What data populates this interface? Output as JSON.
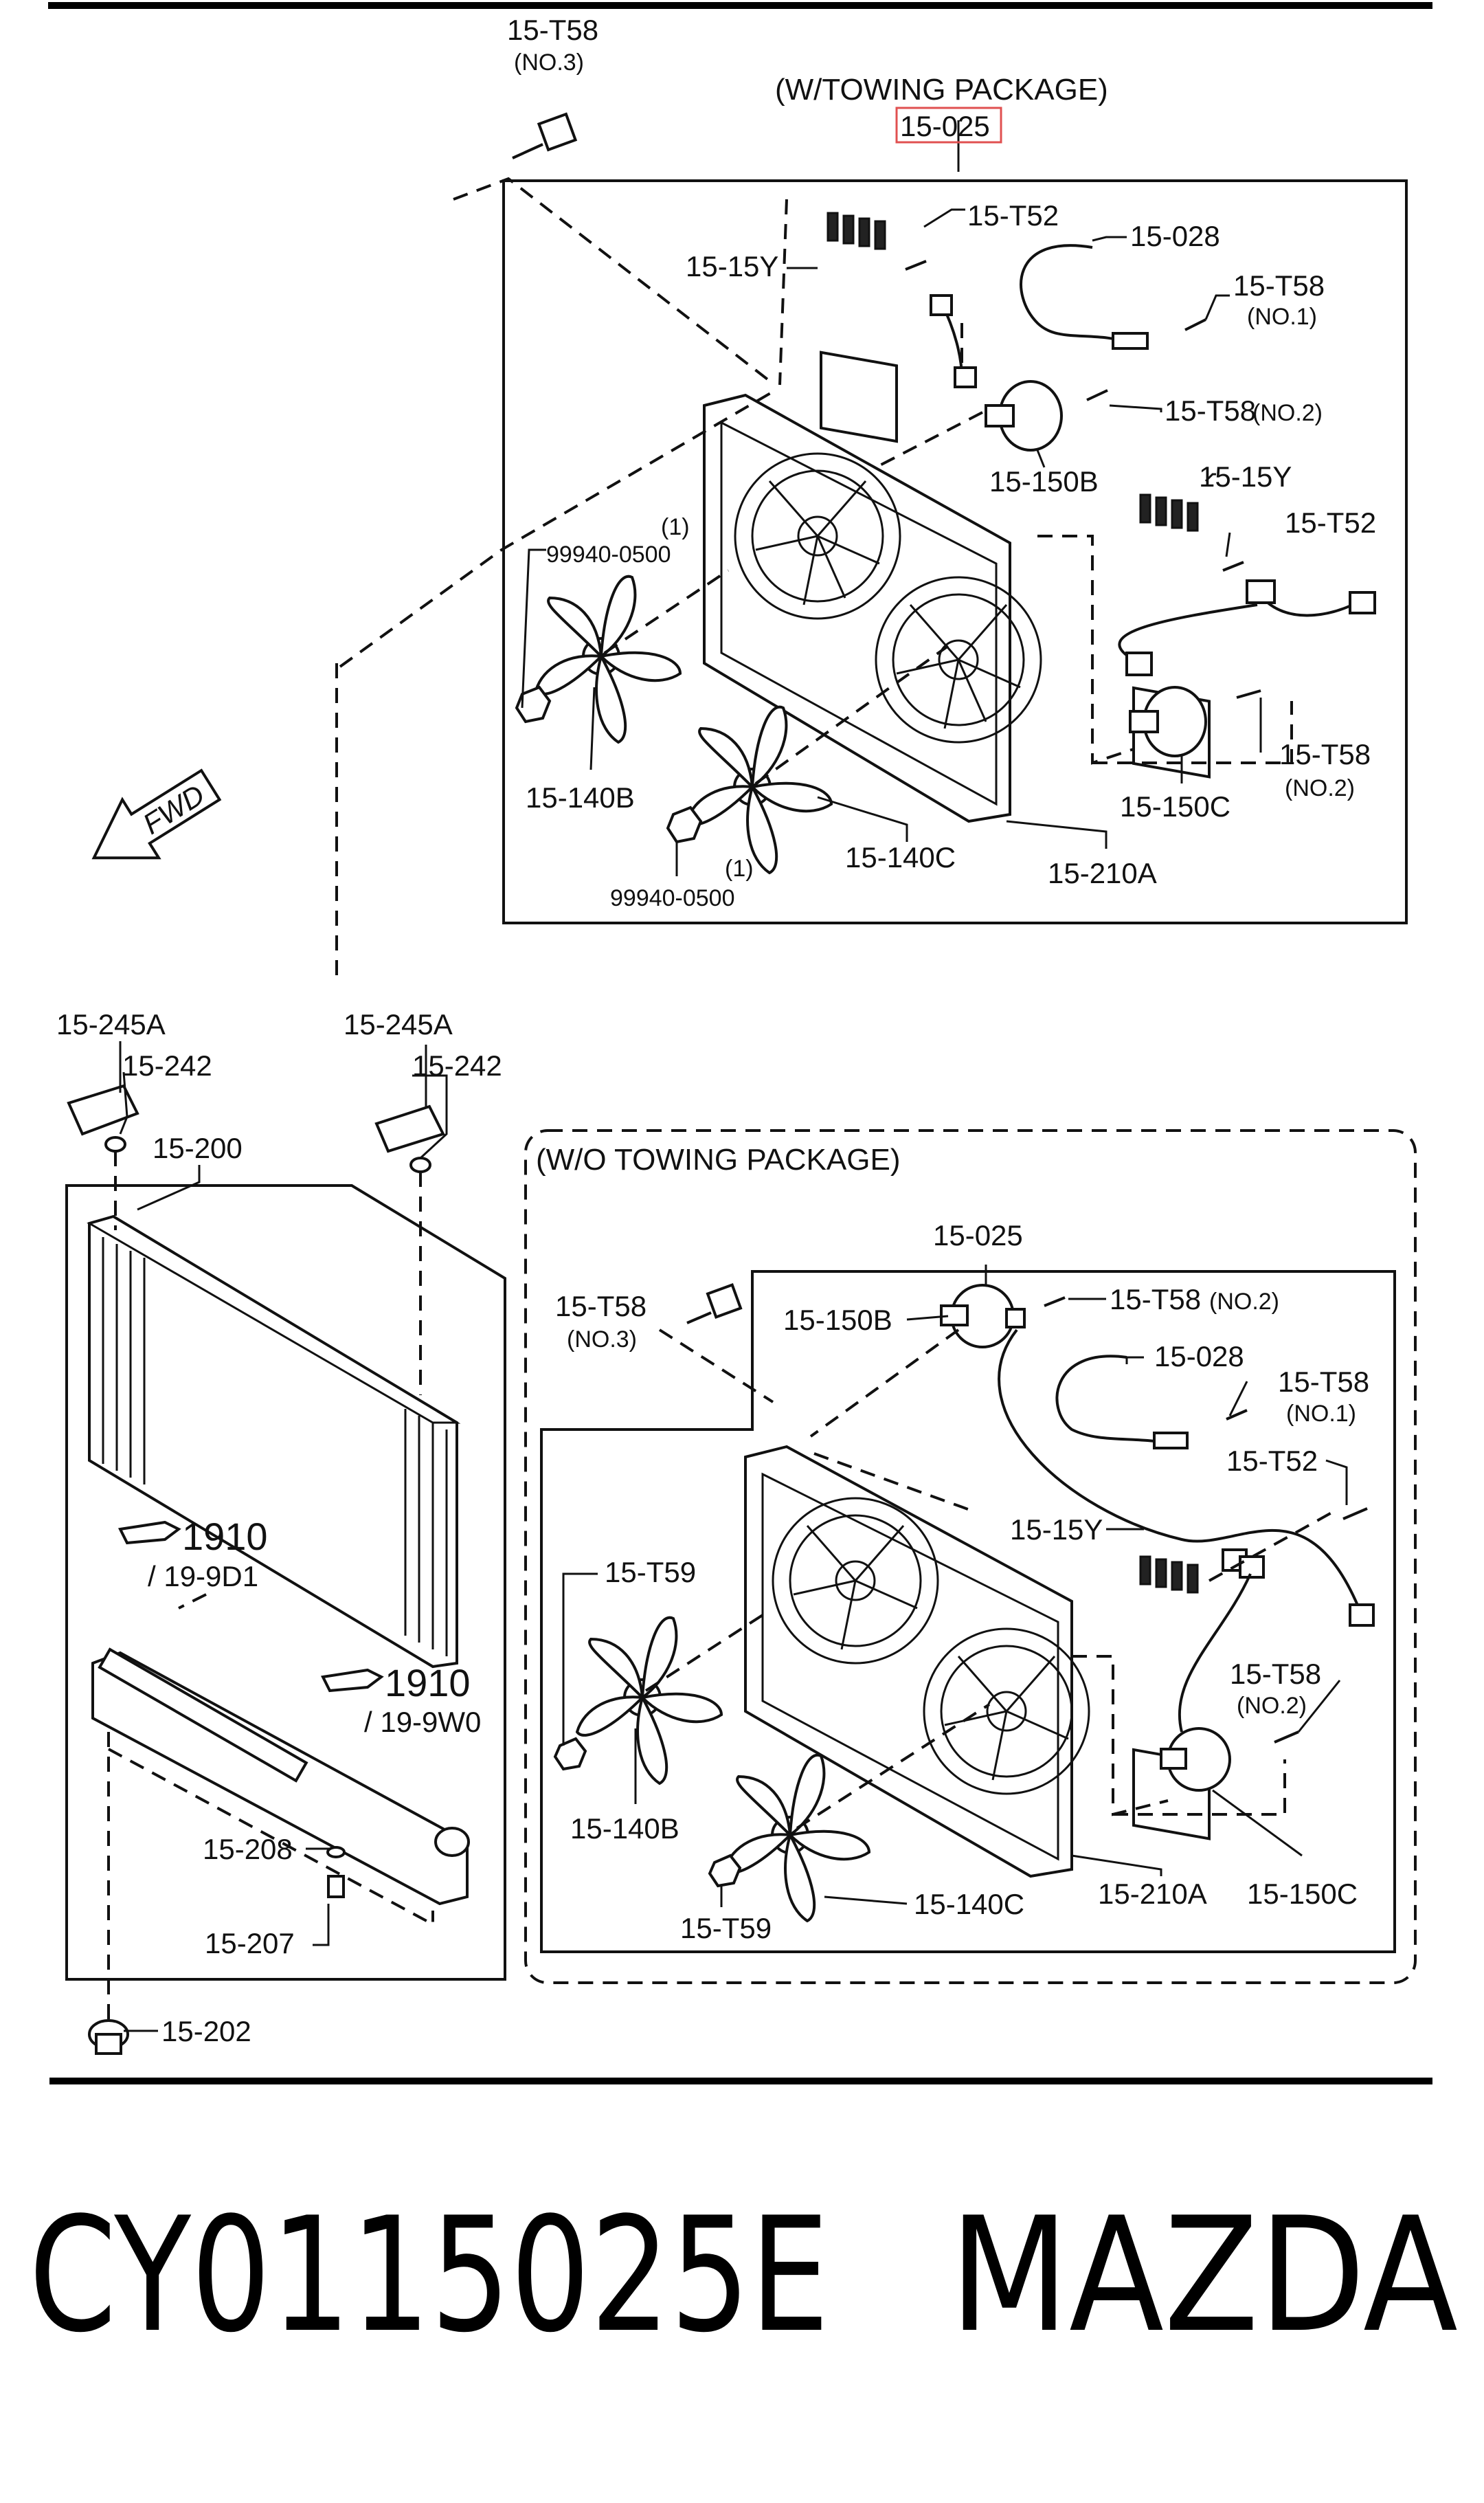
{
  "sections": {
    "with_towing": "(W/TOWING PACKAGE)",
    "without_towing": "(W/O TOWING PACKAGE)"
  },
  "labels": {
    "t58_top": "15-T58",
    "no3_top": "(NO.3)",
    "code_025_top": "15-025",
    "y15_top": "15-15Y",
    "t52_top": "15-T52",
    "code_028_top": "15-028",
    "t58_no1": "15-T58",
    "no1": "(NO.1)",
    "t58_no2_a": "15-T58",
    "no2_a": "(NO.2)",
    "code_150b_top": "15-150B",
    "y15_mid": "15-15Y",
    "t52_mid": "15-T52",
    "nut_a": "99940-0500",
    "qty_a": "(1)",
    "code_140b_top": "15-140B",
    "t58_no2_b": "15-T58",
    "no2_b": "(NO.2)",
    "code_150c_top": "15-150C",
    "code_140c_top": "15-140C",
    "code_210a_top": "15-210A",
    "nut_b": "99940-0500",
    "qty_b": "(1)",
    "fwd": "FWD",
    "code_245a_l": "15-245A",
    "code_242_l": "15-242",
    "code_245a_r": "15-245A",
    "code_242_r": "15-242",
    "code_200": "15-200",
    "ref_1910_a": "1910",
    "ref_19_9d1": "/ 19-9D1",
    "ref_1910_b": "1910",
    "ref_19_9w0": "/ 19-9W0",
    "code_208": "15-208",
    "code_207": "15-207",
    "code_202": "15-202",
    "code_025_bot": "15-025",
    "t58_no3_bot": "15-T58",
    "no3_bot": "(NO.3)",
    "code_150b_bot": "15-150B",
    "t58_no2_bot": "15-T58",
    "no2_bot": "(NO.2)",
    "code_028_bot": "15-028",
    "t58_no1_bot": "15-T58",
    "no1_bot": "(NO.1)",
    "t52_bot": "15-T52",
    "y15_bot": "15-15Y",
    "t59_a": "15-T59",
    "t58_no2_bot2": "15-T58",
    "no2_bot2": "(NO.2)",
    "code_140b_bot": "15-140B",
    "t59_b": "15-T59",
    "code_140c_bot": "15-140C",
    "code_210a_bot": "15-210A",
    "code_150c_bot": "15-150C"
  },
  "part_number": "CY0115025E",
  "brand": "MAZDA",
  "colors": {
    "highlight": "#e05050",
    "ink": "#111111"
  }
}
